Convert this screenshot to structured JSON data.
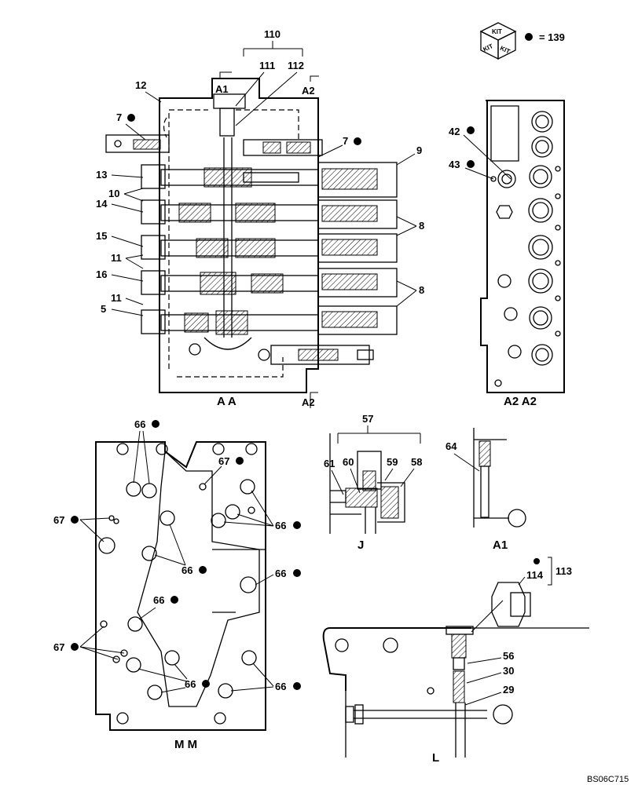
{
  "kit": {
    "box_text": "KIT",
    "equals_label": "= 139"
  },
  "views": {
    "section_aa": "A  A",
    "section_a2_bottom": "A2",
    "arrow_a1": "A1",
    "arrow_a2": "A2",
    "view_a2a2": "A2  A2",
    "view_mm": "M  M",
    "view_j": "J",
    "view_a1": "A1",
    "view_l": "L"
  },
  "callouts": {
    "c110": "110",
    "c111": "111",
    "c112": "112",
    "c12": "12",
    "c7a": "7",
    "c7b": "7",
    "c9": "9",
    "c13": "13",
    "c10": "10",
    "c14": "14",
    "c8a": "8",
    "c15": "15",
    "c11a": "11",
    "c16": "16",
    "c11b": "11",
    "c5": "5",
    "c8b": "8",
    "c42": "42",
    "c43": "43",
    "c66a": "66",
    "c67a": "67",
    "c67b": "67",
    "c66b": "66",
    "c66c": "66",
    "c66d": "66",
    "c66e": "66",
    "c67c": "67",
    "c66f": "66",
    "c66g": "66",
    "c57": "57",
    "c61": "61",
    "c60": "60",
    "c59": "59",
    "c58": "58",
    "c64": "64",
    "c113": "113",
    "c114": "114",
    "c56": "56",
    "c30": "30",
    "c29": "29"
  },
  "drawing_code": "BS06C715"
}
